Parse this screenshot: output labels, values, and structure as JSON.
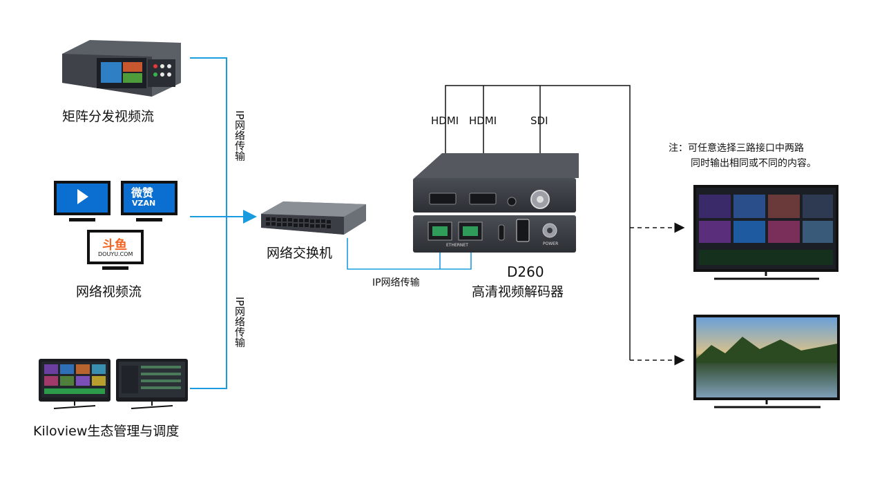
{
  "sources": {
    "matrix_label": "矩阵分发视频流",
    "network_label": "网络视频流",
    "kiloview_label": "Kiloview生态管理与调度",
    "logo_vzan": "VZAN",
    "logo_vzan_cn": "微赞",
    "logo_douyu": "DOUYU.COM",
    "logo_douyu_cn": "斗鱼"
  },
  "transport": {
    "ip_upper": "IP网络传输",
    "ip_lower": "IP网络传输",
    "ip_bottom": "IP网络传输"
  },
  "switch": {
    "label": "网络交换机"
  },
  "decoder": {
    "model": "D260",
    "name": "高清视频解码器",
    "port_hdmi_1": "HDMI",
    "port_hdmi_2": "HDMI",
    "port_sdi": "SDI",
    "panel_ethernet": "ETHERNET",
    "panel_power": "POWER"
  },
  "note": {
    "line1": "注：可任意选择三路接口中两路",
    "line2": "同时输出相同或不同的内容。"
  },
  "colors": {
    "ip_line": "#1a9be0",
    "device_dark": "#3a3d42",
    "ethernet_line": "#1a9be0"
  }
}
